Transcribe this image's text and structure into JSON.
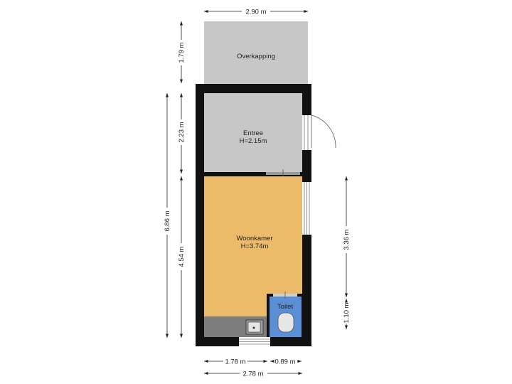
{
  "rooms": {
    "overkapping": {
      "name": "Overkapping",
      "color": "#c7c7c7"
    },
    "entree": {
      "name": "Entree",
      "height": "H=2.15m",
      "color": "#c7c7c7"
    },
    "woonkamer": {
      "name": "Woonkamer",
      "height": "H=3.74m",
      "color": "#ebbb69"
    },
    "toilet": {
      "name": "Toilet",
      "color": "#5a8fd6"
    }
  },
  "dimensions": {
    "top_width": "2.90 m",
    "overkapping_depth": "1.79 m",
    "entree_depth": "2.23 m",
    "woonkamer_depth": "4.54 m",
    "total_depth": "6.86 m",
    "right_upper": "3.36 m",
    "right_lower": "1.10 m",
    "bottom_left": "1.78 m",
    "bottom_right": "0.89 m",
    "bottom_total": "2.78 m"
  },
  "colors": {
    "wall": "#111111",
    "floor_gray": "#c7c7c7",
    "floor_wood": "#ebbb69",
    "floor_toilet": "#5a8fd6",
    "kitchen_strip": "#7d7d7d"
  }
}
